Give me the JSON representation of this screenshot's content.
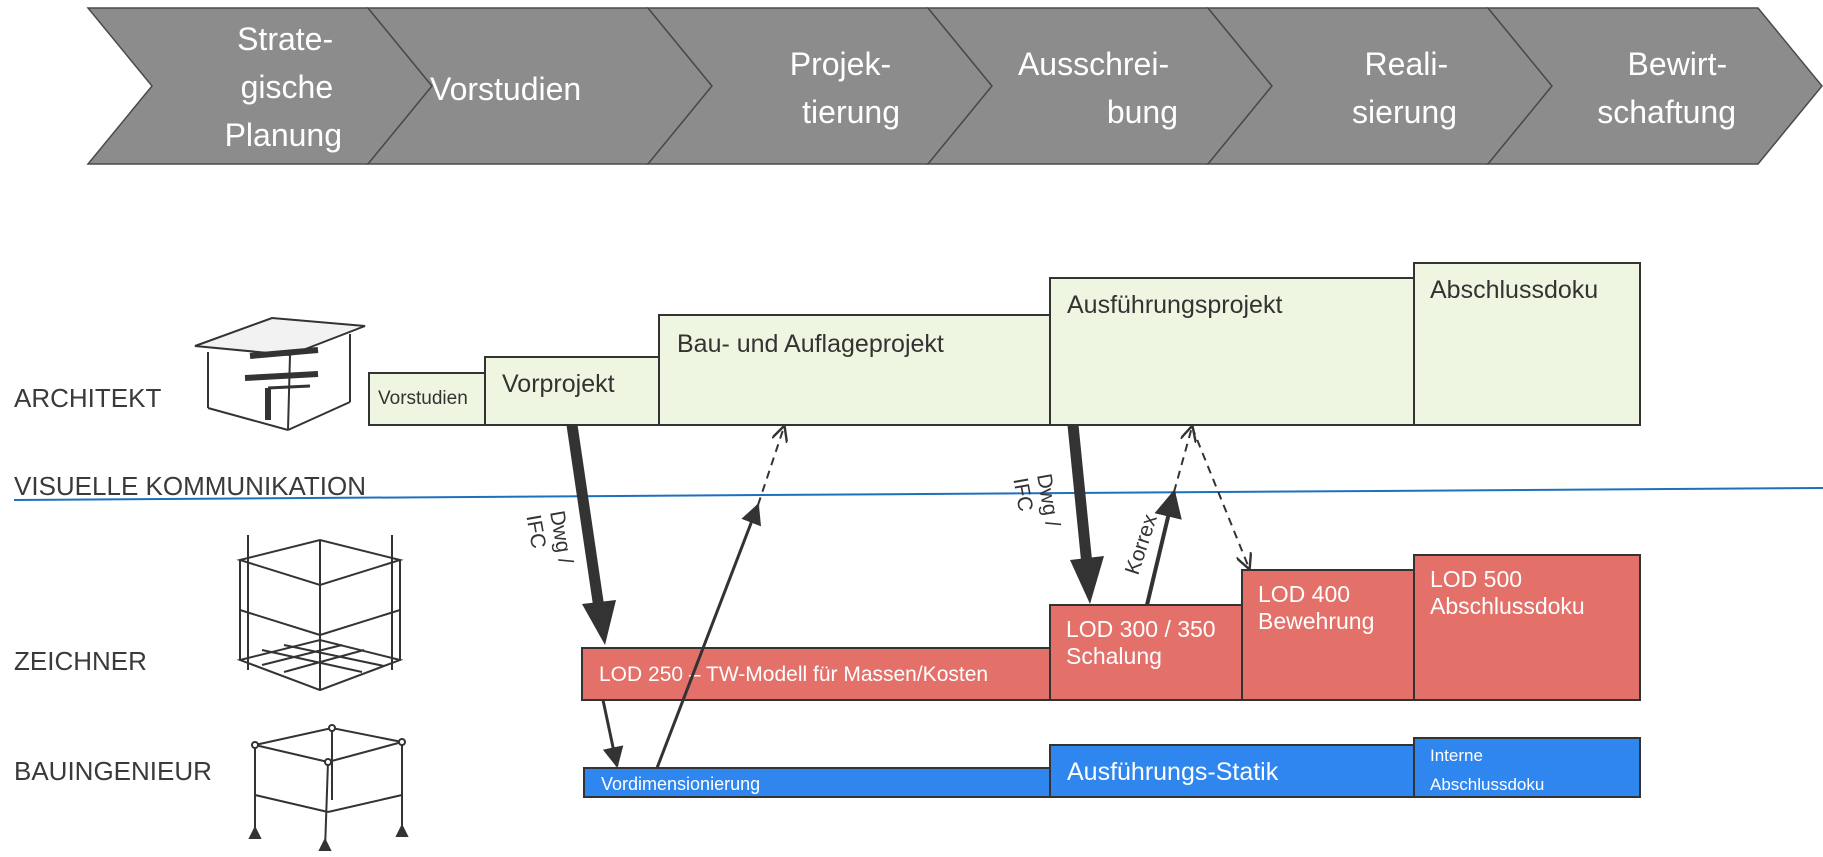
{
  "phases": [
    {
      "lines": [
        "Strate-",
        "gische",
        "Planung"
      ]
    },
    {
      "lines": [
        "Vorstudien"
      ]
    },
    {
      "lines": [
        "Projek-",
        "tierung"
      ]
    },
    {
      "lines": [
        "Ausschrei-",
        "bung"
      ]
    },
    {
      "lines": [
        "Reali-",
        "sierung"
      ]
    },
    {
      "lines": [
        "Bewirt-",
        "schaftung"
      ]
    }
  ],
  "roles": {
    "architekt": "ARCHITEKT",
    "visuelle": "VISUELLE KOMMUNIKATION",
    "zeichner": "ZEICHNER",
    "bauingenieur": "BAUINGENIEUR"
  },
  "architekt_boxes": {
    "vorstudien": "Vorstudien",
    "vorprojekt": "Vorprojekt",
    "bauprojekt": "Bau- und Auflageprojekt",
    "ausfuehrung": "Ausführungsprojekt",
    "abschluss": "Abschlussdoku"
  },
  "zeichner_boxes": {
    "lod250": "LOD 250 – TW-Modell für Massen/Kosten",
    "lod300_l1": "LOD 300 / 350",
    "lod300_l2": "Schalung",
    "lod400_l1": "LOD 400",
    "lod400_l2": "Bewehrung",
    "lod500_l1": "LOD 500",
    "lod500_l2": "Abschlussdoku"
  },
  "ingenieur_boxes": {
    "vordim": "Vordimensionierung",
    "statik": "Ausführungs-Statik",
    "intern_l1": "Interne",
    "intern_l2": "Abschlussdoku"
  },
  "arrow_labels": {
    "dwg1_l1": "Dwg /",
    "dwg1_l2": "IFC",
    "dwg2_l1": "Dwg /",
    "dwg2_l2": "IFC",
    "korrex": "Korrex"
  },
  "colors": {
    "chevron": "#8c8c8c",
    "architekt_fill": "#eef6e2",
    "zeichner_fill": "#e4706a",
    "ingenieur_fill": "#2f86ee",
    "divider_line": "#1f6fc0"
  }
}
